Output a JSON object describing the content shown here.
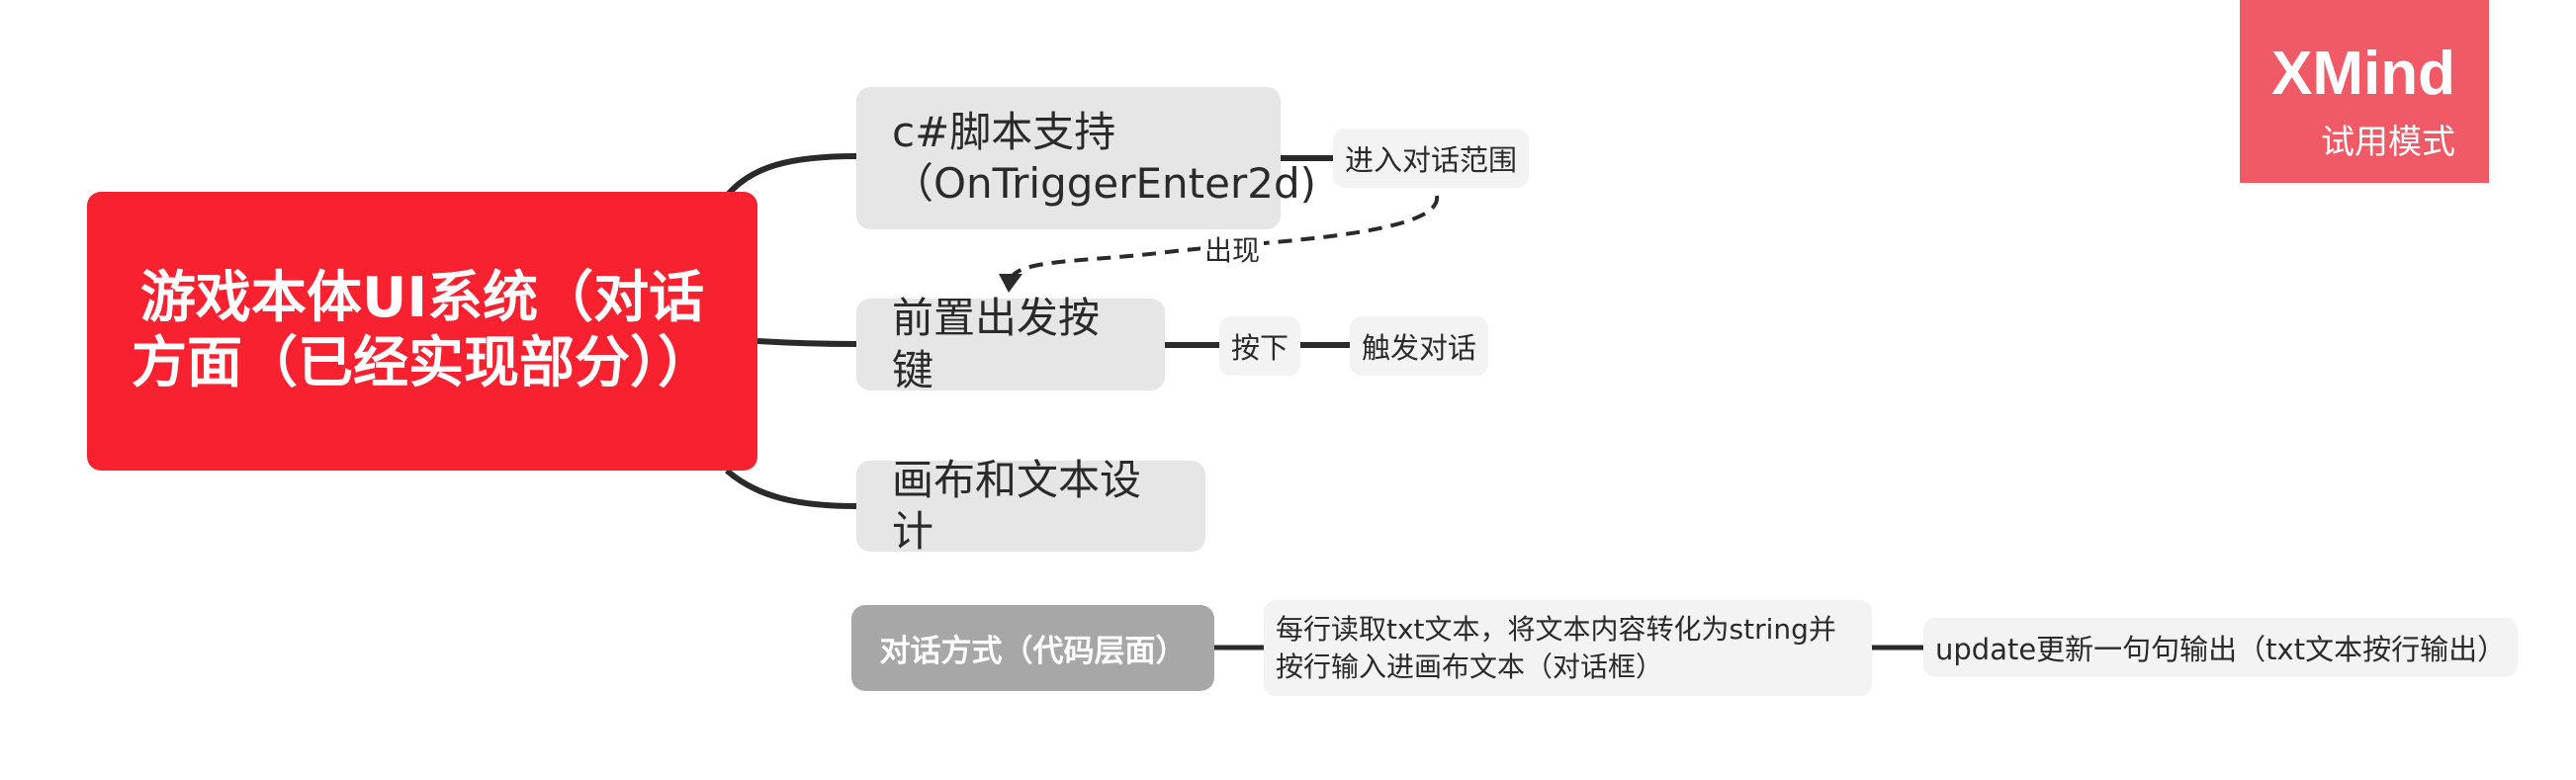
{
  "root": {
    "label": "游戏本体UI系统（对话方面（已经实现部分））"
  },
  "topics": [
    {
      "label": "c#脚本支持（OnTriggerEnter2d)",
      "children": [
        {
          "label": "进入对话范围"
        }
      ]
    },
    {
      "label": "前置出发按键",
      "children": [
        {
          "label": "按下"
        },
        {
          "label": "触发对话"
        }
      ]
    },
    {
      "label": "画布和文本设计"
    }
  ],
  "relationship": {
    "label": "出现"
  },
  "floating_topic": {
    "label": "对话方式（代码层面）",
    "children": [
      {
        "label": "每行读取txt文本，将文本内容转化为string并按行输入进画布文本（对话框）"
      },
      {
        "label": "update更新一句句输出（txt文本按行输出）"
      }
    ]
  },
  "watermark": {
    "brand": "XMind",
    "subtitle": "试用模式"
  },
  "colors": {
    "root_fill": "#f7212f",
    "topic_fill": "#e6e6e6",
    "subtopic_fill": "#f3f3f3",
    "floating_fill": "#a7a7a7",
    "connector": "#2a2a2a",
    "watermark_fill": "#f05a66"
  }
}
